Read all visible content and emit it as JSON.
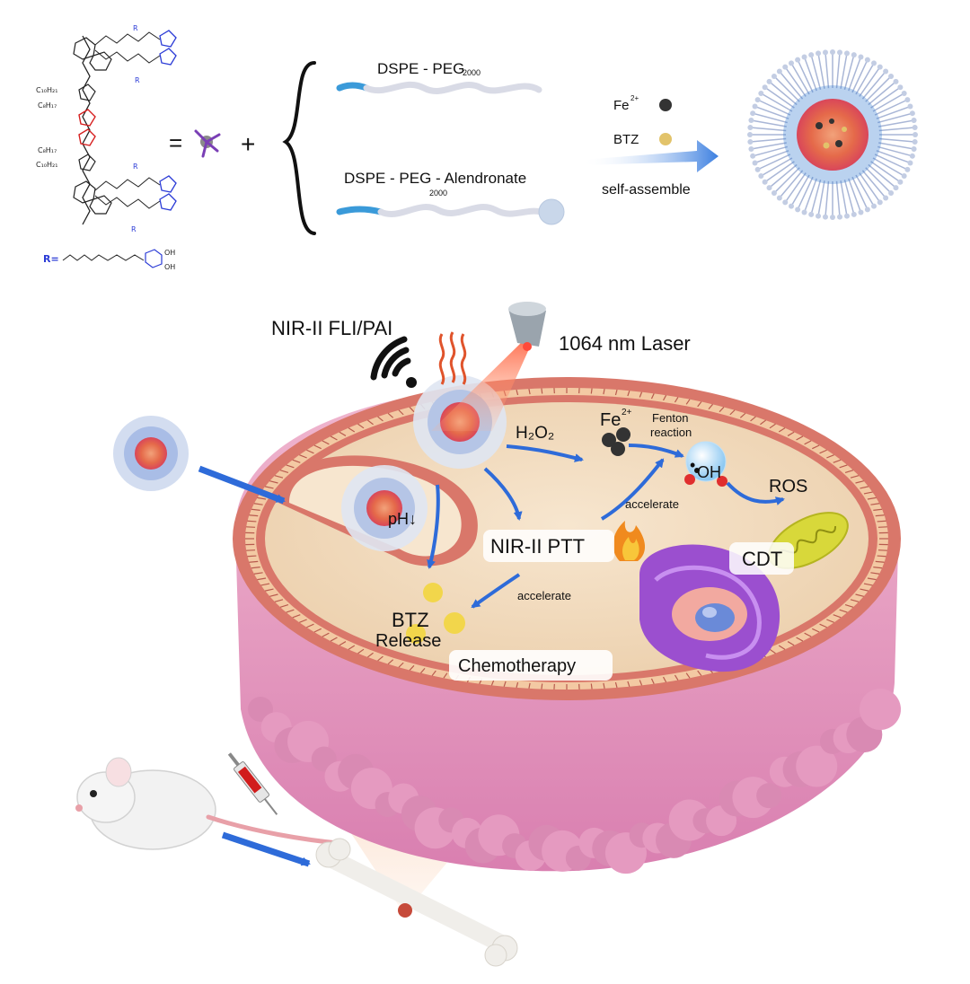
{
  "top": {
    "chem_r_label": "R=",
    "chem_oh1": "OH",
    "chem_oh2": "OH",
    "chem_sub_c10h21_a": "C₁₀H₂₁",
    "chem_sub_c8h17_a": "C₈H₁₇",
    "chem_sub_c8h17_b": "C₈H₁₇",
    "chem_sub_c10h21_b": "C₁₀H₂₁",
    "chem_r": "R",
    "equals": "=",
    "plus": "+",
    "dspe_peg": "DSPE - PEG",
    "dspe_peg_sub": "2000",
    "dspe_peg_aln": "DSPE - PEG - Alendronate",
    "dspe_peg_aln_sub": "2000",
    "fe": "Fe",
    "fe_sup": "2+",
    "btz": "BTZ",
    "self_assemble": "self-assemble"
  },
  "bottom": {
    "nir_fli_pai": "NIR-II  FLI/PAI",
    "laser": "1064 nm  Laser",
    "h2o2": "H₂O₂",
    "fe": "Fe",
    "fe_sup": "2+",
    "fenton": "Fenton",
    "reaction": "reaction",
    "oh": "OH",
    "ros": "ROS",
    "accelerate_1": "accelerate",
    "ph": "pH↓",
    "nir_ptt": "NIR-II PTT",
    "cdt": "CDT",
    "accelerate_2": "accelerate",
    "btz": "BTZ",
    "release": "Release",
    "chemotherapy": "Chemotherapy"
  },
  "colors": {
    "arrow_blue": "#2e6bd9",
    "membrane": "#d9776a",
    "cytoplasm": "#f3dcc0",
    "cell_base": "#e7a6c6",
    "er_purple": "#9b4fcf",
    "mito_yellow": "#d8d83a",
    "peg_blue": "#3a9ad9",
    "btz_yellow": "#f2d64b",
    "fe_dark": "#333333"
  },
  "icons": [
    "wifi-icon",
    "heat-waves-icon",
    "laser-nozzle-icon",
    "flame-icon",
    "syringe-icon",
    "mouse-icon",
    "bone-icon",
    "nanoparticle-icon"
  ]
}
